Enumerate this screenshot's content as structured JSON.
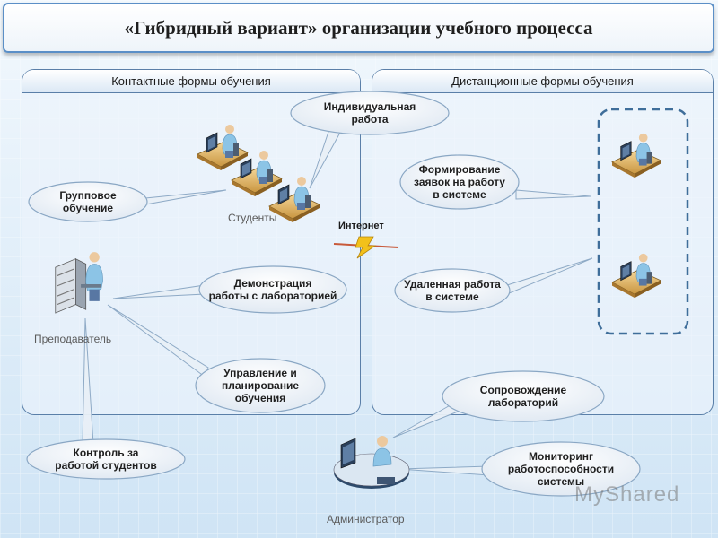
{
  "title": "«Гибридный вариант» организации учебного процесса",
  "panels": {
    "left": "Контактные формы обучения",
    "right": "Дистанционные формы обучения"
  },
  "actors": {
    "students": "Студенты",
    "teacher": "Преподаватель",
    "admin": "Администратор"
  },
  "internet_label": "Интернет",
  "bubbles": {
    "individual_work": "Индивидуальная\nработа",
    "group_learning": "Групповое\nобучение",
    "lab_demo": "Демонстрация\nработы с лабораторией",
    "management_planning": "Управление и\nпланирование\nобучения",
    "student_control": "Контроль за\nработой студентов",
    "request_forming": "Формирование\nзаявок на работу\nв системе",
    "remote_work": "Удаленная работа\nв системе",
    "lab_support": "Сопровождение\nлабораторий",
    "monitoring": "Мониторинг\nработоспособности\nсистемы"
  },
  "watermark": "MyShared",
  "colors": {
    "bubble_fill": "#eef3f8",
    "bubble_stroke": "#8aa7c4",
    "panel_border": "#5a7fa8",
    "dashed_box": "#3f6e9a",
    "lightning": "#f2c11b"
  }
}
